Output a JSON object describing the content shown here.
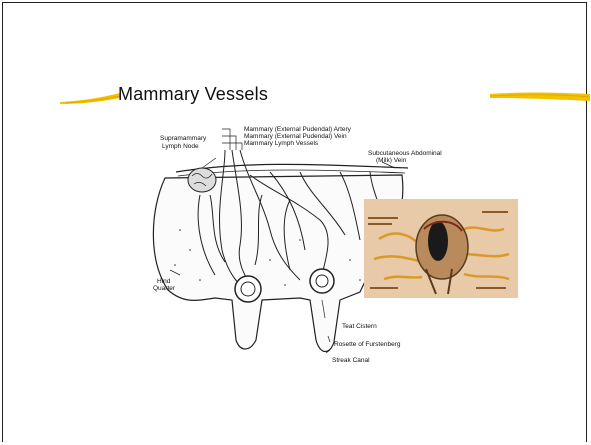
{
  "slide": {
    "title": "Mammary Vessels"
  },
  "diagram": {
    "labels": {
      "supramammary": "Supramammary",
      "lymph_node": "Lymph Node",
      "artery": "Mammary (External Pudendal) Artery",
      "vein": "Mammary (External Pudendal) Vein",
      "lymph_vessels": "Mammary Lymph Vessels",
      "subcutaneous": "Subcutaneous Abdominal",
      "milk_vein": "(Milk) Vein",
      "hind": "Hind",
      "quarter": "Quarter",
      "teat_cistern": "Teat Cistern",
      "rosette": "Rosette of Furstenberg",
      "streak_canal": "Streak Canal"
    }
  },
  "colors": {
    "accent_swoosh": "#f2c200",
    "inset_bg": "#e8c9a8"
  }
}
